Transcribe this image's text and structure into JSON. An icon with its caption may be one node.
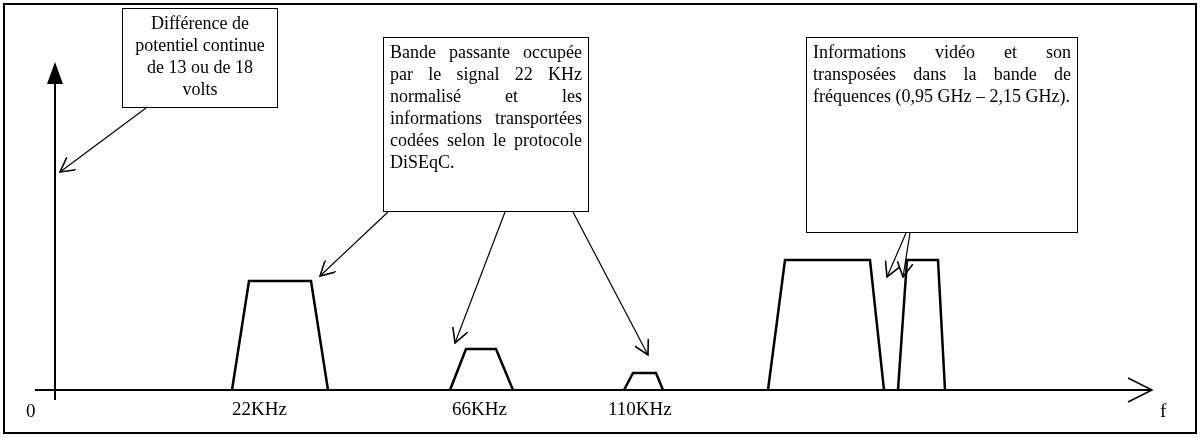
{
  "diagram": {
    "nodes": [
      {
        "text": [
          "Différence de potentiel continue de 13 ou de 18 volts"
        ]
      },
      {
        "text": [
          "Bande passante occupée par le signal 22 KHz normalisé et les informations transportées codées selon le protocole DiSEqC."
        ]
      },
      {
        "text": [
          "Informations vidéo et son transposées dans la bande de fréquences (0,95 GHz – 2,15 GHz)."
        ]
      },
      {
        "text": [],
        "shape": "trapezoid",
        "beside": [
          "22KHz"
        ]
      },
      {
        "text": [],
        "shape": "trapezoid",
        "beside": [
          "66KHz"
        ]
      },
      {
        "text": [],
        "shape": "trapezoid",
        "beside": [
          "110KHz"
        ]
      },
      {
        "text": [],
        "shape": "trapezoid"
      },
      {
        "text": [],
        "shape": "trapezoid"
      },
      {
        "text": [],
        "shape": "line"
      }
    ],
    "edges": [
      {
        "from": 0,
        "to": 8,
        "arrow": "to"
      },
      {
        "from": 1,
        "to": 3,
        "arrow": "to"
      },
      {
        "from": 1,
        "to": 4,
        "arrow": "to"
      },
      {
        "from": 1,
        "to": 5,
        "arrow": "to"
      },
      {
        "from": 2,
        "to": 6,
        "arrow": "to"
      },
      {
        "from": 2,
        "to": 7,
        "arrow": "to"
      }
    ],
    "labels": [
      "0",
      "f"
    ]
  }
}
